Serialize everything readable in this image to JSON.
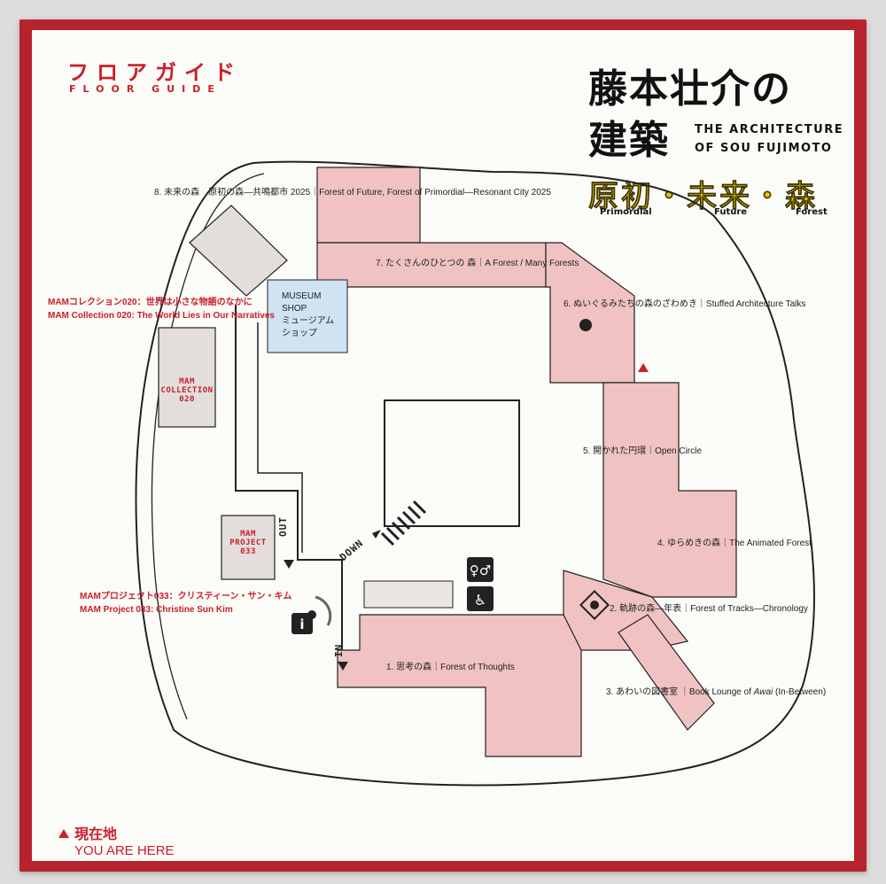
{
  "header": {
    "guide_jp": "フロアガイド",
    "guide_en": "FLOOR GUIDE"
  },
  "title": {
    "jp_line1": "藤本壮介の",
    "jp_line2": "建築",
    "en_line1": "THE ARCHITECTURE",
    "en_line2": "OF SOU FUJIMOTO",
    "sub_jp": "原初・未来・森",
    "sub_en_1": "Primordial",
    "sub_en_2": "Future",
    "sub_en_3": "Forest"
  },
  "rooms": {
    "r8": "8. 未来の森　原初の森—共鳴都市 2025｜Forest of Future, Forest of Primordial—Resonant City 2025",
    "r7": "7. たくさんのひとつの 森｜A Forest / Many Forests",
    "r6": "6. ぬいぐるみたちの森のざわめき｜Stuffed Architecture Talks",
    "r5": "5. 開かれた円環｜Open Circle",
    "r4": "4. ゆらめきの森｜The Animated Forest",
    "r2": "2. 軌跡の森—年表｜Forest of Tracks—Chronology",
    "r3_pre": "3. あわいの図書室 ｜Book Lounge of ",
    "r3_em": "Awai",
    "r3_post": " (In-Between)",
    "r1": "1. 思考の森｜Forest of Thoughts"
  },
  "collection": {
    "jp": "MAMコレクション020：世界は小さな物語のなかに",
    "en": "MAM Collection 020: The World Lies in Our Narratives",
    "box_1": "MAM",
    "box_2": "COLLECTION",
    "box_3": "020"
  },
  "project": {
    "jp": "MAMプロジェクト033：クリスティーン・サン・キム",
    "en": "MAM Project 033: Christine Sun Kim",
    "box_1": "MAM",
    "box_2": "PROJECT",
    "box_3": "033"
  },
  "shop": {
    "en_1": "MUSEUM",
    "en_2": "SHOP",
    "jp_1": "ミュージアム",
    "jp_2": "ショップ"
  },
  "arrows": {
    "out": "OUT",
    "in": "IN",
    "down": "DOWN"
  },
  "you_are_here": {
    "jp": "現在地",
    "en": "YOU ARE HERE"
  },
  "colors": {
    "brand_red": "#c9202b",
    "exhibit_pink": "#f0c2c2",
    "shop_blue": "#cfe3f2",
    "other_gallery_gray": "#e3dedb",
    "title_yellow": "#e8c400"
  },
  "icons": [
    "toilet-icon",
    "accessible-toilet-icon",
    "information-icon",
    "current-location-triangle-icon"
  ]
}
